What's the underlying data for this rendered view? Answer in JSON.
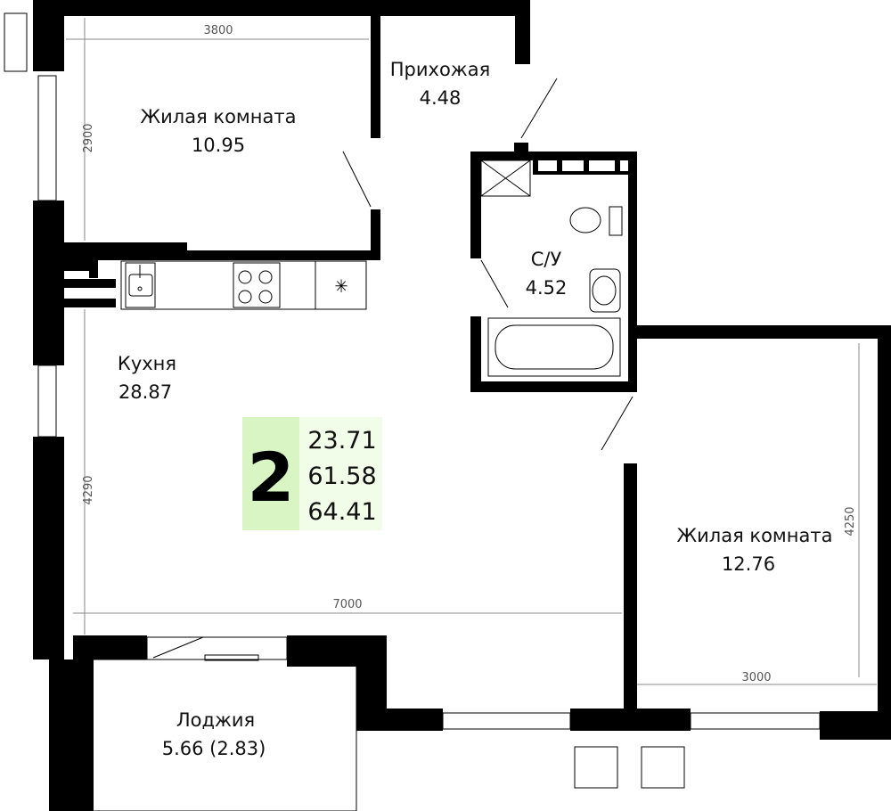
{
  "rooms": {
    "living_room_1": {
      "name": "Жилая комната",
      "area": "10.95"
    },
    "hallway": {
      "name": "Прихожая",
      "area": "4.48"
    },
    "bathroom": {
      "name": "С/У",
      "area": "4.52"
    },
    "kitchen": {
      "name": "Кухня",
      "area": "28.87"
    },
    "living_room_2": {
      "name": "Жилая комната",
      "area": "12.76"
    },
    "loggia": {
      "name": "Лоджия",
      "area": "5.66 (2.83)"
    }
  },
  "dimensions": {
    "top_width": "3800",
    "top_height": "2900",
    "kitchen_height": "4290",
    "kitchen_width": "7000",
    "room2_height": "4250",
    "room2_width": "3000"
  },
  "badge": {
    "rooms_count": "2",
    "living_area": "23.71",
    "total_area": "61.58",
    "total_area_with_loggia": "64.41",
    "color_left": "#d9f5c4",
    "color_right": "#f1fce9"
  }
}
